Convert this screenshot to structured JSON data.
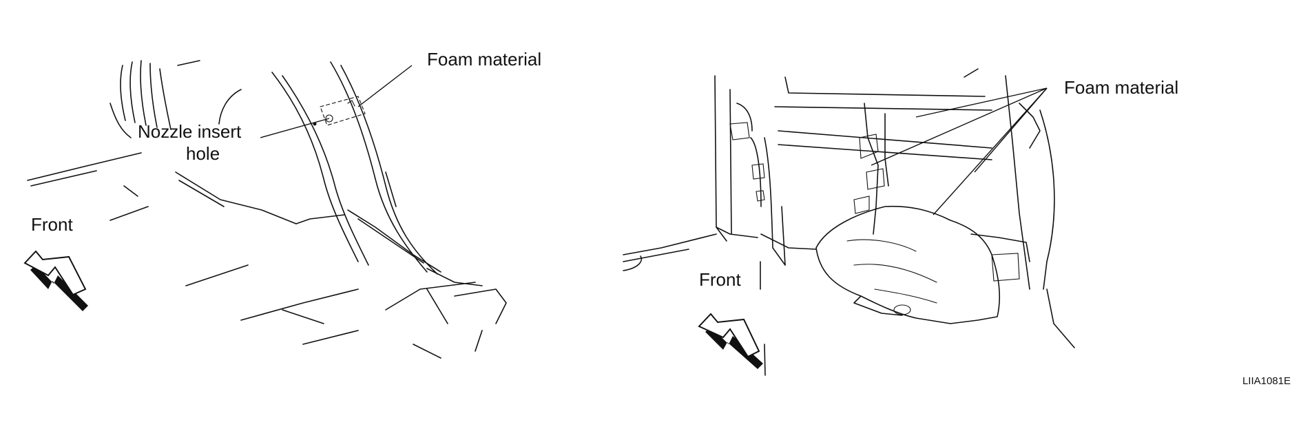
{
  "left_panel": {
    "callout_foam": "Foam material",
    "callout_nozzle_line1": "Nozzle insert",
    "callout_nozzle_line2": "hole",
    "direction_label": "Front"
  },
  "right_panel": {
    "callout_foam": "Foam material",
    "direction_label": "Front"
  },
  "figure_id": "LIIA1081E"
}
